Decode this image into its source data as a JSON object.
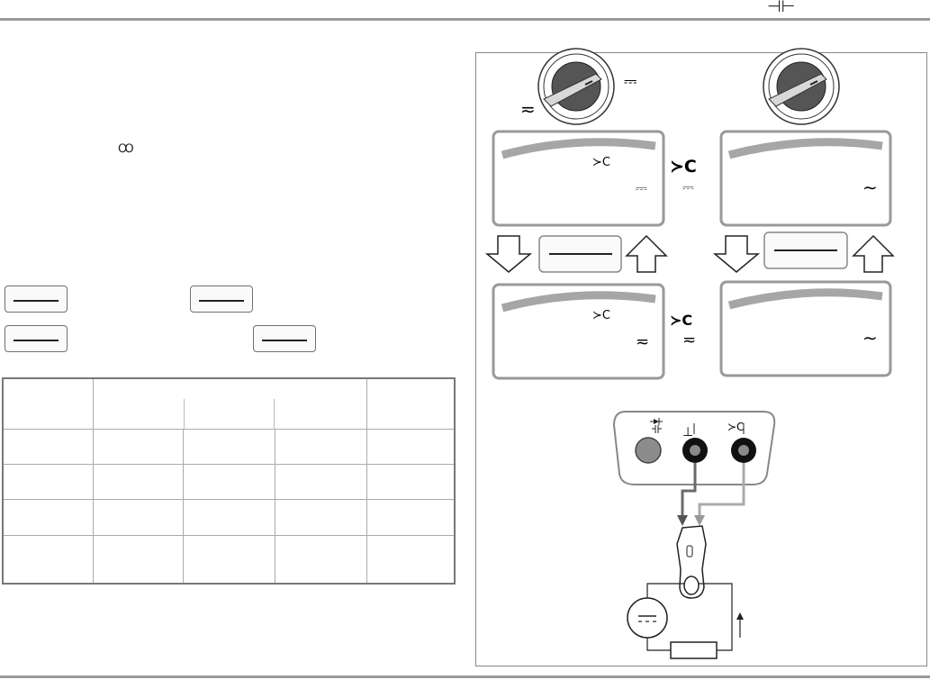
{
  "header": {
    "capacitor_symbol": "⊣⊢",
    "capacitor_icon": "capacitor-icon"
  },
  "left": {
    "clamp_symbol": "Ꝏ",
    "buttons": [
      {
        "name": "function-key-1",
        "label": ""
      },
      {
        "name": "function-key-2",
        "label": ""
      },
      {
        "name": "function-key-3",
        "label": ""
      },
      {
        "name": "function-key-4",
        "label": ""
      }
    ]
  },
  "table": {
    "rows": [
      [
        "",
        "",
        "",
        "",
        ""
      ],
      [
        "",
        "",
        "",
        "",
        ""
      ],
      [
        "",
        "",
        "",
        "",
        ""
      ],
      [
        "",
        "",
        "",
        "",
        ""
      ],
      [
        "",
        "",
        "",
        "",
        ""
      ]
    ]
  },
  "figure": {
    "symbols": {
      "dc": "⎓",
      "acdc": "≂",
      "ac": "∼",
      "clamp": "≻C",
      "ground": "⊥"
    },
    "colors": {
      "display_arc": "#a6a6a6",
      "knob_dark": "#555555",
      "frame": "#8a8a8a",
      "lead_dark": "#6a6a6a",
      "lead_light": "#aaaaaa"
    }
  }
}
